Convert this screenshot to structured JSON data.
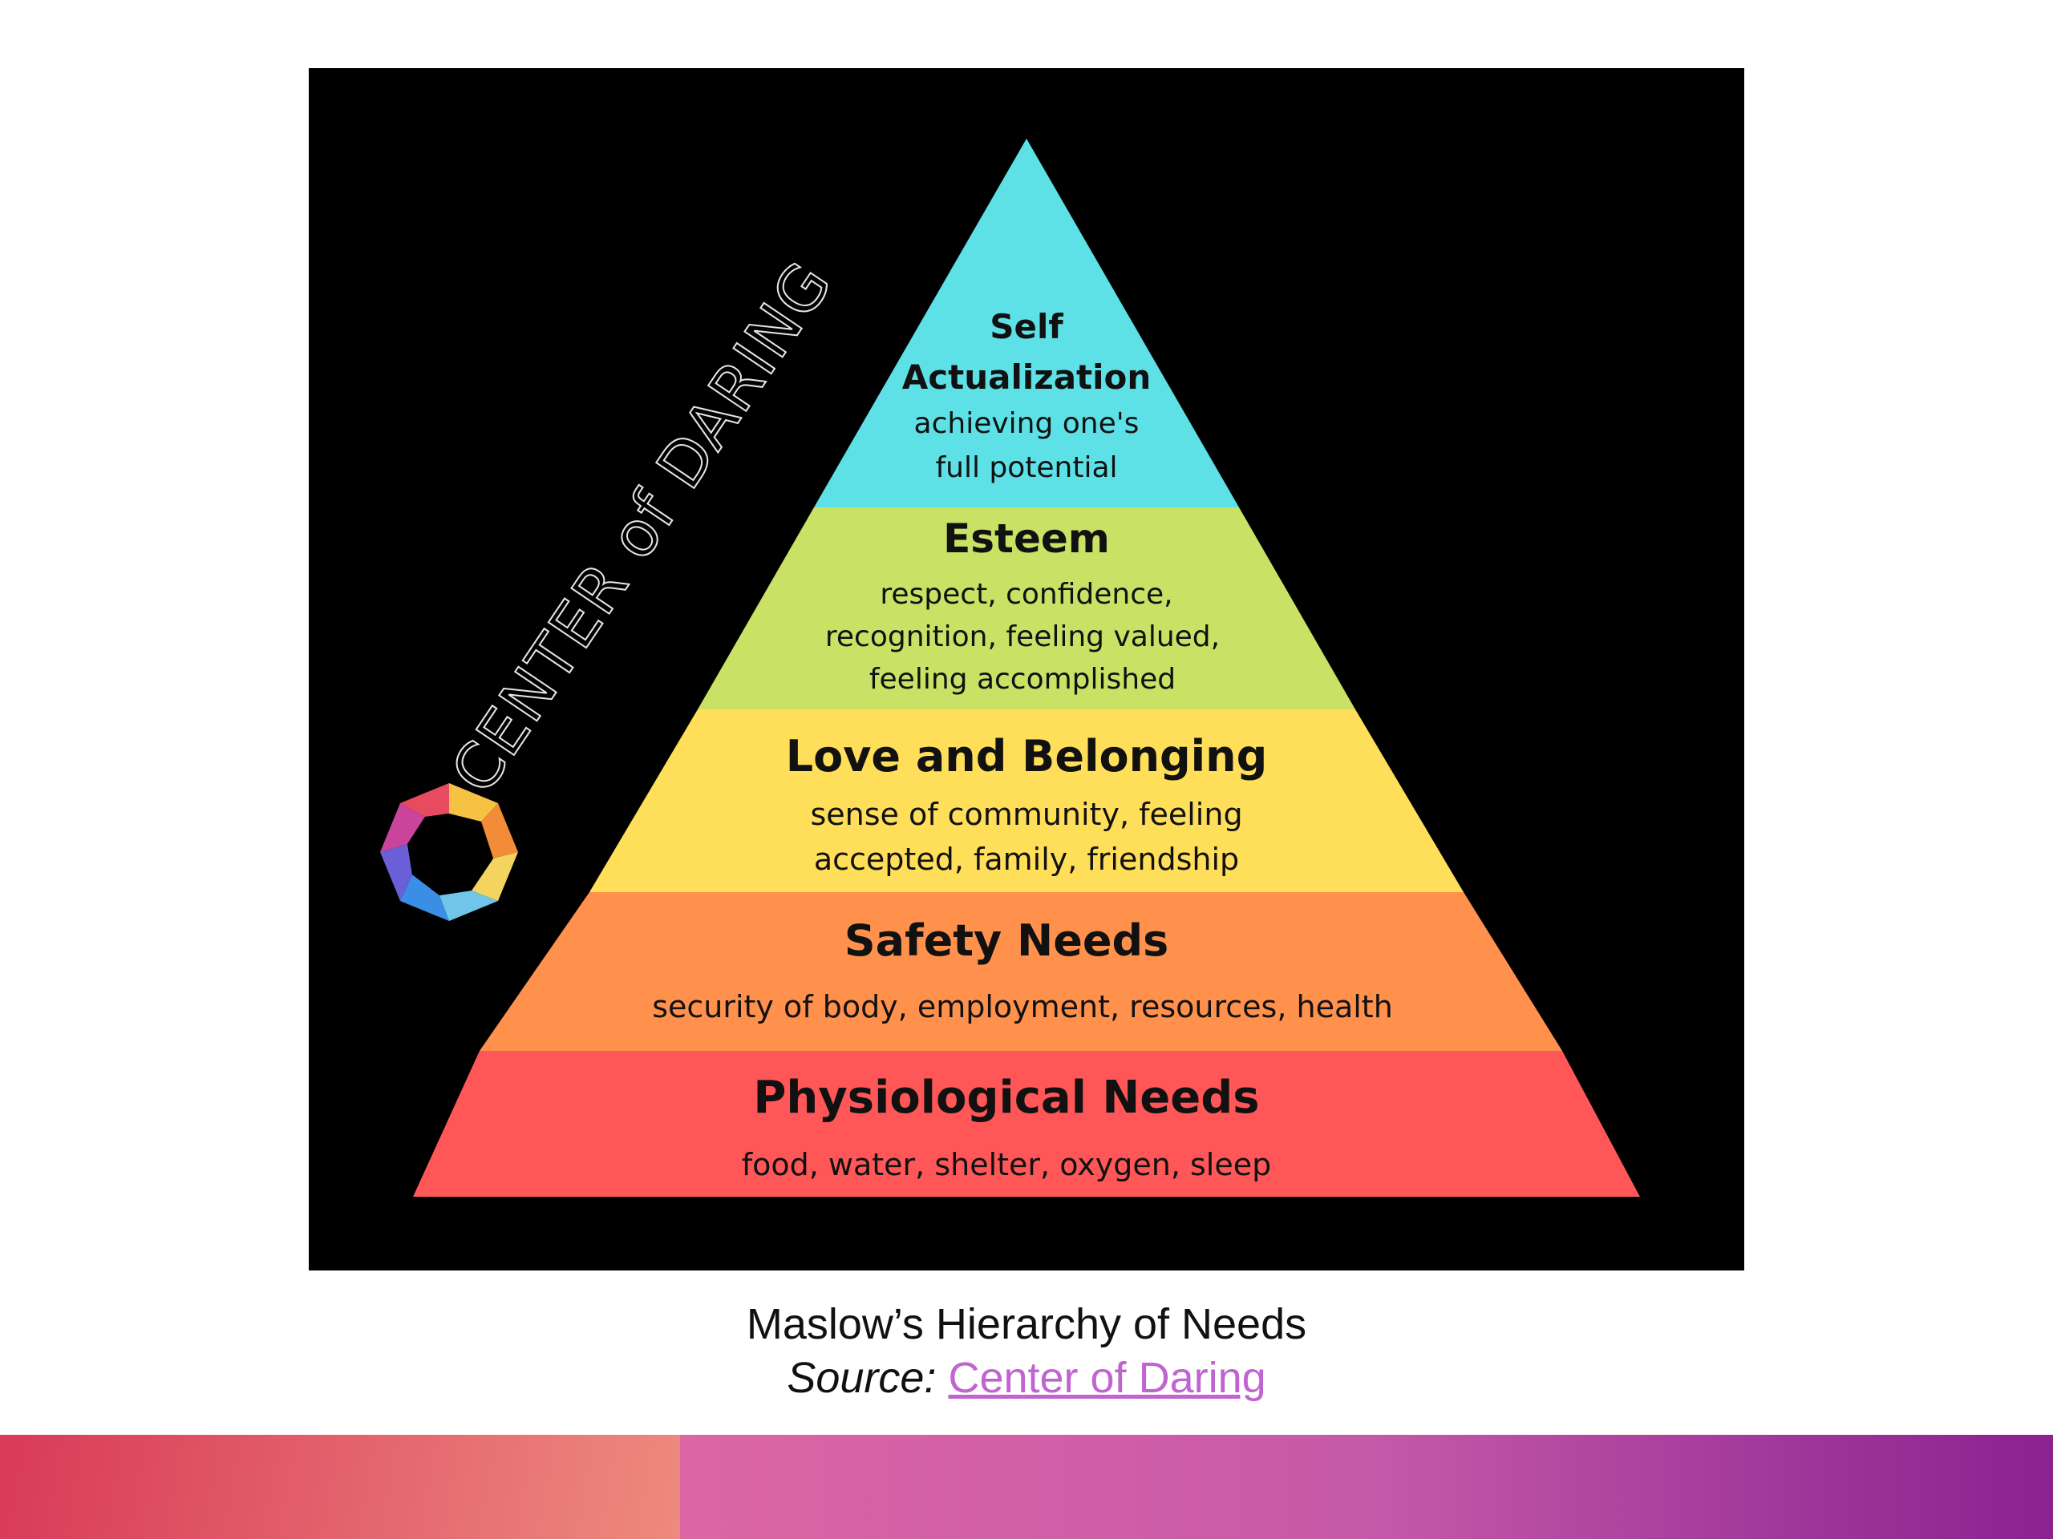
{
  "diagram": {
    "brand": {
      "name": "CENTER of DARING",
      "logo_icon": "rainbow-polygon-ring-icon"
    },
    "levels": [
      {
        "id": "self",
        "title_lines": [
          "Self",
          "Actualization"
        ],
        "desc_lines": [
          "achieving one's",
          "full potential"
        ],
        "color": "#5de1e6"
      },
      {
        "id": "esteem",
        "title_lines": [
          "Esteem"
        ],
        "desc_lines": [
          "respect, confidence,",
          "recognition, feeling valued,",
          "feeling accomplished"
        ],
        "color": "#c9e265"
      },
      {
        "id": "love",
        "title_lines": [
          "Love and Belonging"
        ],
        "desc_lines": [
          "sense of community, feeling",
          "accepted, family, friendship"
        ],
        "color": "#ffde59"
      },
      {
        "id": "safety",
        "title_lines": [
          "Safety Needs"
        ],
        "desc_lines": [
          "security of body, employment, resources, health"
        ],
        "color": "#ff914d"
      },
      {
        "id": "physio",
        "title_lines": [
          "Physiological Needs"
        ],
        "desc_lines": [
          "food, water, shelter, oxygen, sleep"
        ],
        "color": "#ff5757"
      }
    ]
  },
  "caption": {
    "title": "Maslow’s Hierarchy of Needs",
    "source_label": "Source:",
    "source_link": "Center of Daring"
  },
  "footer": {
    "colors": [
      "#d93a57",
      "#ee8a7e",
      "#dc66a6",
      "#8a2290"
    ]
  }
}
